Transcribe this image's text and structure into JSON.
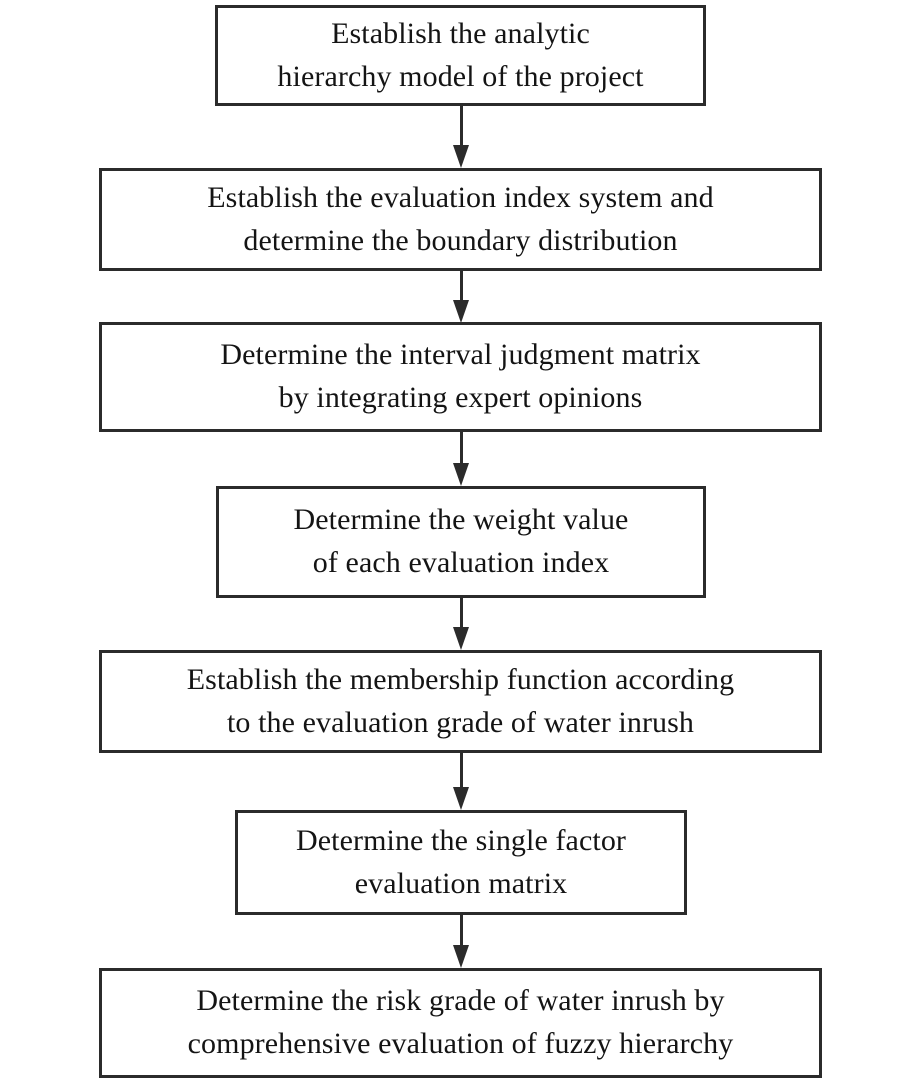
{
  "diagram": {
    "type": "flowchart",
    "orientation": "vertical",
    "title": "",
    "background_color": "#ffffff",
    "border_color": "#2b2b2b",
    "text_color": "#141414",
    "arrow_color": "#2b2b2b",
    "nodes": [
      {
        "id": "step-1",
        "text": "Establish the analytic\nhierarchy model of the project",
        "line1": "Establish the analytic",
        "line2": "hierarchy model of the project"
      },
      {
        "id": "step-2",
        "text": "Establish the evaluation index system and\ndetermine the boundary distribution",
        "line1": "Establish the evaluation index system and",
        "line2": "determine the boundary distribution"
      },
      {
        "id": "step-3",
        "text": "Determine the interval judgment matrix\nby integrating expert opinions",
        "line1": "Determine the interval judgment matrix",
        "line2": "by integrating expert opinions"
      },
      {
        "id": "step-4",
        "text": "Determine the weight value\nof each evaluation index",
        "line1": "Determine the weight value",
        "line2": "of each evaluation index"
      },
      {
        "id": "step-5",
        "text": "Establish the membership function according\nto the evaluation grade of water inrush",
        "line1": "Establish the membership function according",
        "line2": "to the evaluation grade of water inrush"
      },
      {
        "id": "step-6",
        "text": "Determine the single factor\nevaluation matrix",
        "line1": "Determine the single factor",
        "line2": "evaluation matrix"
      },
      {
        "id": "step-7",
        "text": "Determine the risk grade of water inrush by\ncomprehensive evaluation of fuzzy hierarchy",
        "line1": "Determine the risk grade of water inrush by",
        "line2": "comprehensive evaluation of fuzzy hierarchy"
      }
    ],
    "edges": [
      {
        "id": "edge-1-2",
        "from": "step-1",
        "to": "step-2",
        "label": "",
        "marker": "arrowhead-down"
      },
      {
        "id": "edge-2-3",
        "from": "step-2",
        "to": "step-3",
        "label": "",
        "marker": "arrowhead-down"
      },
      {
        "id": "edge-3-4",
        "from": "step-3",
        "to": "step-4",
        "label": "",
        "marker": "arrowhead-down"
      },
      {
        "id": "edge-4-5",
        "from": "step-4",
        "to": "step-5",
        "label": "",
        "marker": "arrowhead-down"
      },
      {
        "id": "edge-5-6",
        "from": "step-5",
        "to": "step-6",
        "label": "",
        "marker": "arrowhead-down"
      },
      {
        "id": "edge-6-7",
        "from": "step-6",
        "to": "step-7",
        "label": "",
        "marker": "arrowhead-down"
      }
    ]
  }
}
